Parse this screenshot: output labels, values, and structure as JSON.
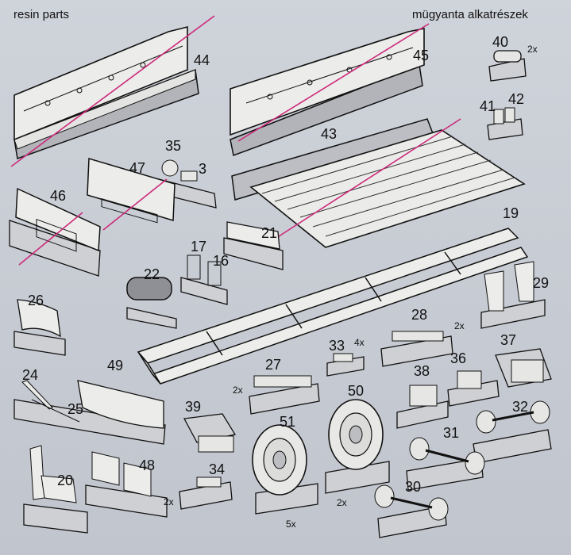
{
  "header": {
    "left": "resin parts",
    "right": "mügyanta alkatrészek"
  },
  "colors": {
    "ink": "#111111",
    "resin": "#e6e6e4",
    "shade": "#a8aab0",
    "strike": "#cc2a7a",
    "paper": "#c9cdd4"
  },
  "parts": [
    {
      "id": "p44",
      "number": "44",
      "struck": true
    },
    {
      "id": "p45",
      "number": "45",
      "struck": true
    },
    {
      "id": "p40",
      "number": "40",
      "qty": "2x"
    },
    {
      "id": "p41",
      "number": "41"
    },
    {
      "id": "p42",
      "number": "42"
    },
    {
      "id": "p43",
      "number": "43"
    },
    {
      "id": "p35",
      "number": "35"
    },
    {
      "id": "p3",
      "number": "3"
    },
    {
      "id": "p47",
      "number": "47",
      "struck": true
    },
    {
      "id": "p46",
      "number": "46",
      "struck": true
    },
    {
      "id": "p21",
      "number": "21",
      "struck": true
    },
    {
      "id": "p19",
      "number": "19"
    },
    {
      "id": "p17",
      "number": "17"
    },
    {
      "id": "p16",
      "number": "16"
    },
    {
      "id": "p22",
      "number": "22"
    },
    {
      "id": "p29",
      "number": "29"
    },
    {
      "id": "p26",
      "number": "26"
    },
    {
      "id": "p28",
      "number": "28",
      "qty": "2x"
    },
    {
      "id": "p33",
      "number": "33",
      "qty": "4x"
    },
    {
      "id": "p37",
      "number": "37"
    },
    {
      "id": "p24",
      "number": "24"
    },
    {
      "id": "p49",
      "number": "49"
    },
    {
      "id": "p27",
      "number": "27",
      "qty": "2x"
    },
    {
      "id": "p38",
      "number": "38"
    },
    {
      "id": "p36",
      "number": "36"
    },
    {
      "id": "p25",
      "number": "25"
    },
    {
      "id": "p39",
      "number": "39"
    },
    {
      "id": "p51",
      "number": "51",
      "qty": "5x"
    },
    {
      "id": "p50",
      "number": "50",
      "qty": "2x"
    },
    {
      "id": "p32",
      "number": "32"
    },
    {
      "id": "p31",
      "number": "31"
    },
    {
      "id": "p20",
      "number": "20"
    },
    {
      "id": "p48",
      "number": "48",
      "qty": "2x"
    },
    {
      "id": "p34",
      "number": "34"
    },
    {
      "id": "p30",
      "number": "30"
    }
  ]
}
